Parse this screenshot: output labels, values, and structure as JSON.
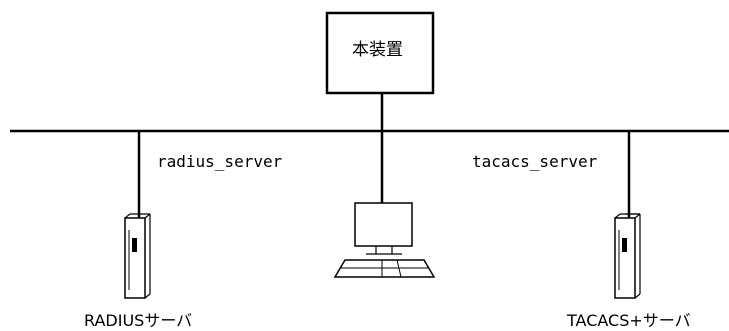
{
  "diagram": {
    "device_label": "本装置",
    "radius_link_label": "radius_server",
    "tacacs_link_label": "tacacs_server",
    "radius_server_label": "RADIUSサーバ",
    "tacacs_server_label": "TACACS+サーバ"
  },
  "colors": {
    "line": "#000000",
    "background": "#ffffff"
  },
  "icons": {
    "server_left": "server-tower-icon",
    "terminal": "computer-terminal-icon",
    "server_right": "server-tower-icon"
  }
}
